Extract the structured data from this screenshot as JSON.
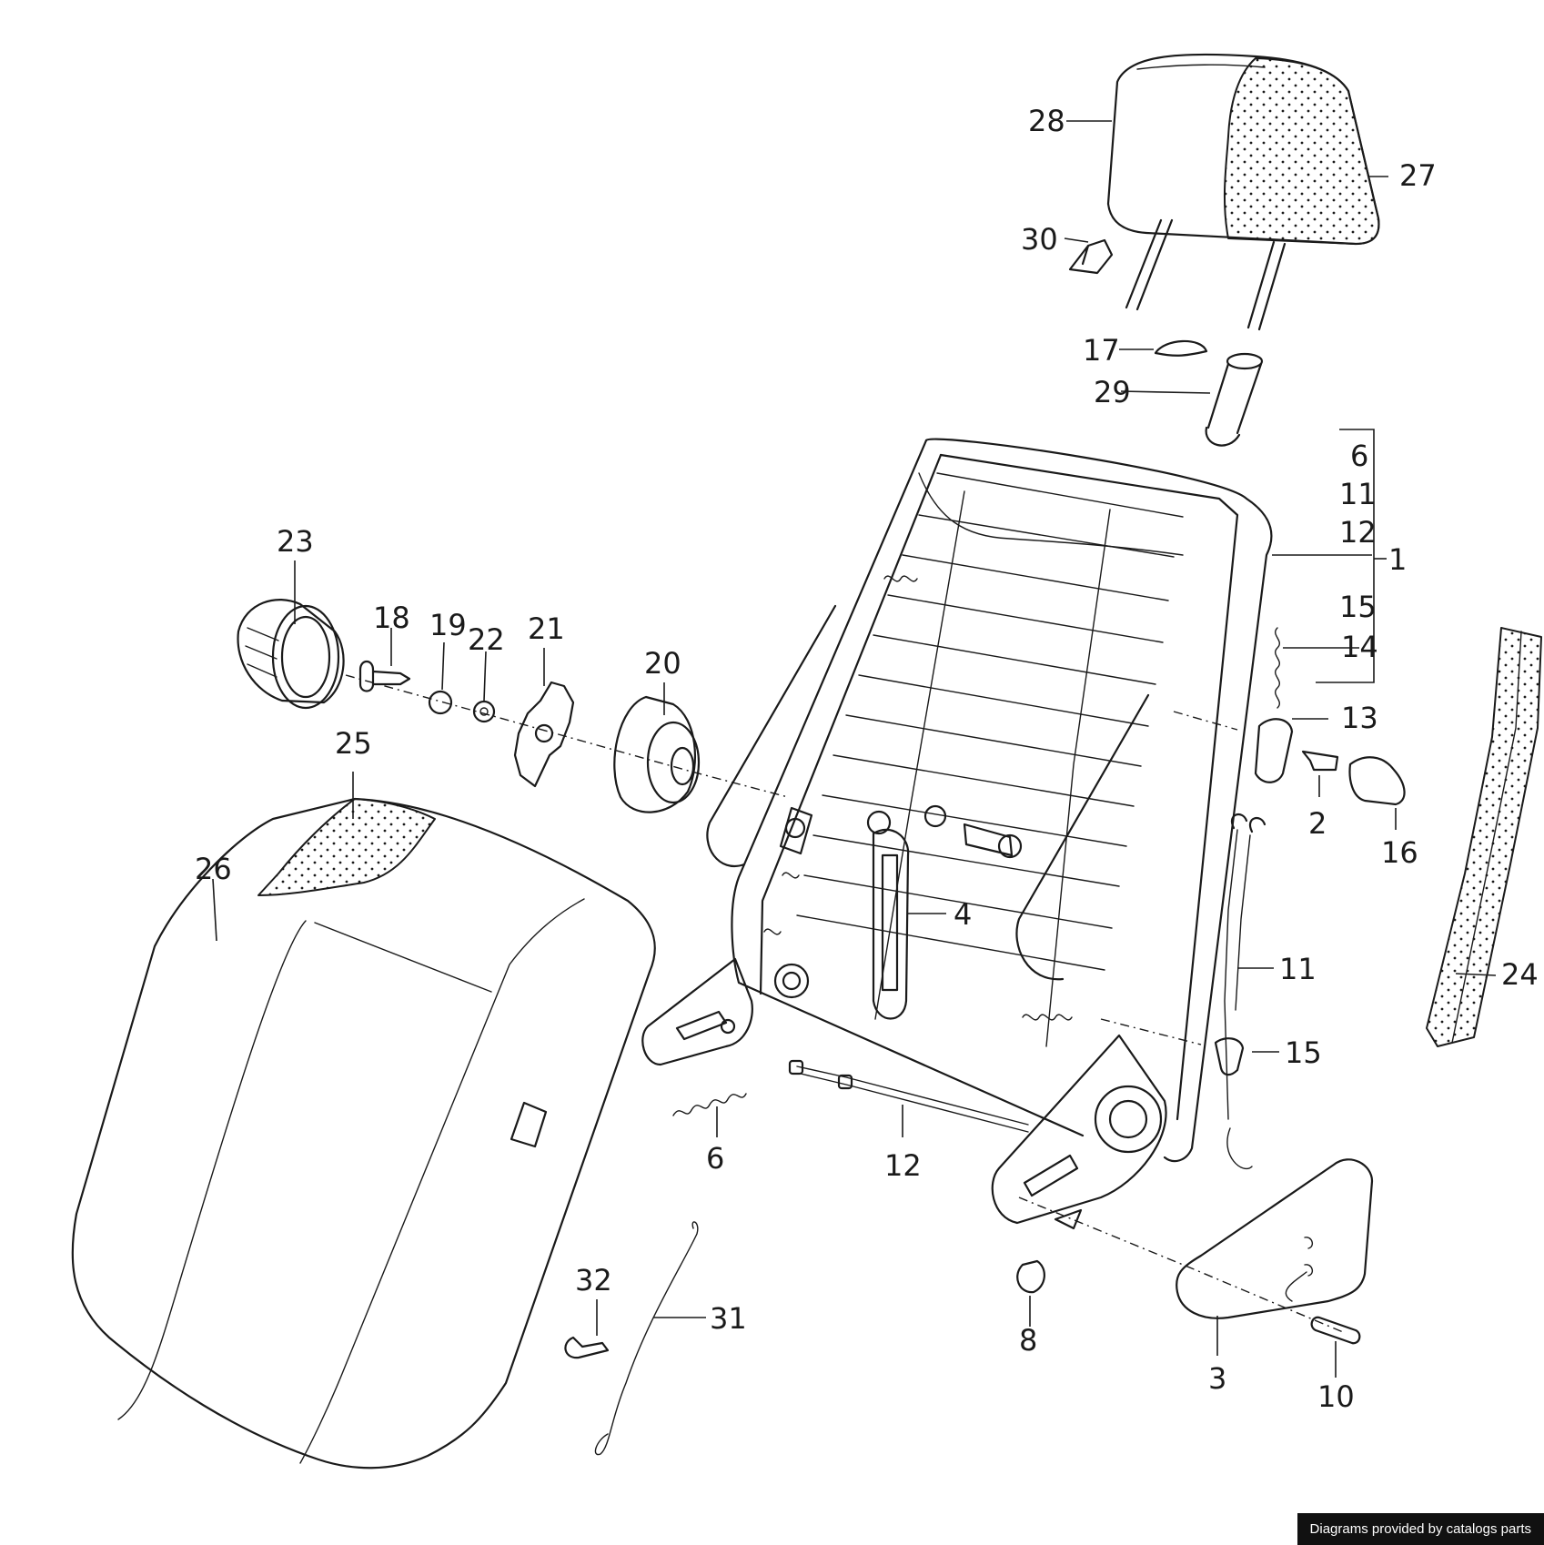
{
  "diagram": {
    "callouts": [
      {
        "id": "28",
        "label": "28"
      },
      {
        "id": "27",
        "label": "27"
      },
      {
        "id": "30",
        "label": "30"
      },
      {
        "id": "17",
        "label": "17"
      },
      {
        "id": "29",
        "label": "29"
      },
      {
        "id": "6a",
        "label": "6"
      },
      {
        "id": "11a",
        "label": "11"
      },
      {
        "id": "12a",
        "label": "12"
      },
      {
        "id": "1",
        "label": "1"
      },
      {
        "id": "15a",
        "label": "15"
      },
      {
        "id": "14",
        "label": "14"
      },
      {
        "id": "13",
        "label": "13"
      },
      {
        "id": "2",
        "label": "2"
      },
      {
        "id": "16",
        "label": "16"
      },
      {
        "id": "23",
        "label": "23"
      },
      {
        "id": "18",
        "label": "18"
      },
      {
        "id": "19",
        "label": "19"
      },
      {
        "id": "22",
        "label": "22"
      },
      {
        "id": "21",
        "label": "21"
      },
      {
        "id": "20",
        "label": "20"
      },
      {
        "id": "25",
        "label": "25"
      },
      {
        "id": "26",
        "label": "26"
      },
      {
        "id": "4",
        "label": "4"
      },
      {
        "id": "11b",
        "label": "11"
      },
      {
        "id": "24",
        "label": "24"
      },
      {
        "id": "15b",
        "label": "15"
      },
      {
        "id": "6b",
        "label": "6"
      },
      {
        "id": "12b",
        "label": "12"
      },
      {
        "id": "32",
        "label": "32"
      },
      {
        "id": "31",
        "label": "31"
      },
      {
        "id": "8",
        "label": "8"
      },
      {
        "id": "3",
        "label": "3"
      },
      {
        "id": "10",
        "label": "10"
      }
    ]
  },
  "watermark": {
    "text": "Diagrams provided by catalogs parts"
  }
}
